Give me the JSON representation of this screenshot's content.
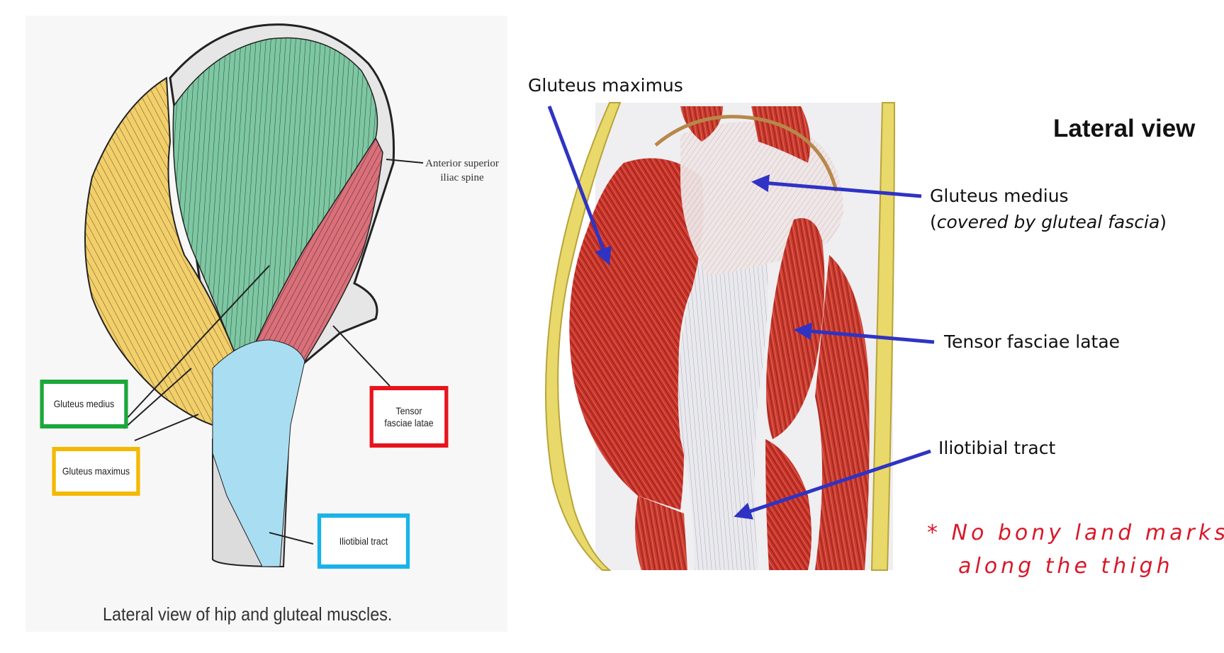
{
  "left_figure": {
    "labels": {
      "gluteus_medius": "Gluteus medius",
      "gluteus_maximus": "Gluteus maximus",
      "tensor_fasciae_latae": "Tensor\nfasciae latae",
      "iliotibial_tract": "Iliotibial tract",
      "anterior_superior_iliac_spine": "Anterior superior\niliac spine"
    },
    "caption": "Lateral view of hip and gluteal muscles.",
    "box_colors": {
      "gluteus_medius": "#1aa83a",
      "gluteus_maximus": "#f5b800",
      "tensor_fasciae_latae": "#e8141c",
      "iliotibial_tract": "#19b3ea"
    },
    "muscle_colors": {
      "gluteus_maximus": "#f2cf6a",
      "gluteus_medius": "#7dc7a2",
      "tensor_fasciae_latae": "#d9707a",
      "iliotibial_tract": "#a9def2"
    }
  },
  "right_figure": {
    "heading": "Lateral view",
    "labels": {
      "gluteus_maximus": "Gluteus maximus",
      "gluteus_medius": "Gluteus medius",
      "gluteus_medius_note": "covered by gluteal fascia",
      "tensor_fasciae_latae": "Tensor fasciae latae",
      "iliotibial_tract": "Iliotibial tract"
    },
    "arrow_color": "#2f33c4"
  },
  "handwritten_note": {
    "line1": "* No bony land marks",
    "line2": "along the thigh",
    "color": "#d9182a"
  }
}
